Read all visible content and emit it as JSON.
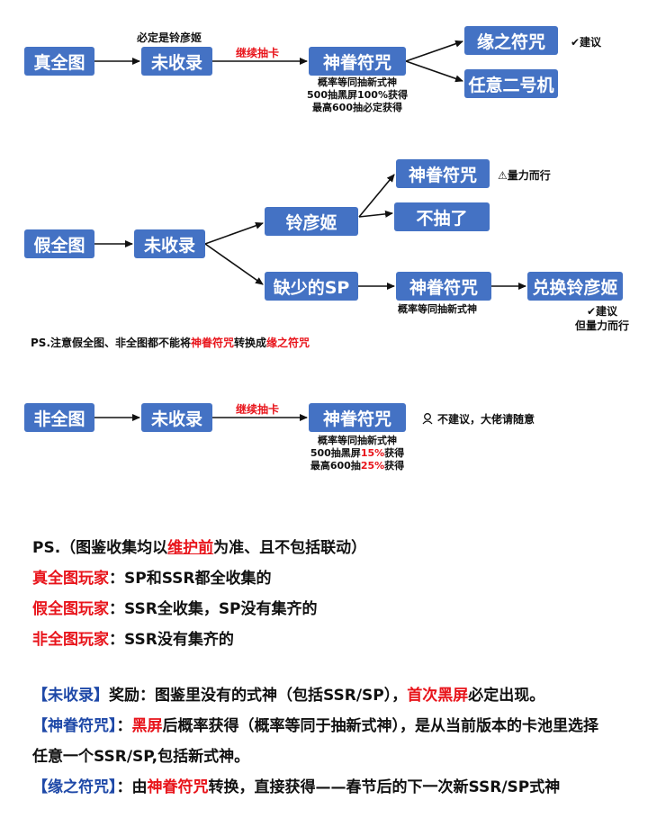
{
  "section1": {
    "start": "真全图",
    "above_node": "必定是铃彦姬",
    "node2": "未收录",
    "edge_label": "继续抽卡",
    "node3": "神眷符咒",
    "node3_notes": [
      "概率等同抽新式神",
      "500抽黑屏100%获得",
      "最高600抽必定获得"
    ],
    "option_a": "缘之符咒",
    "option_a_note": "✔建议",
    "option_b": "任意二号机"
  },
  "section2": {
    "start": "假全图",
    "node2": "未收录",
    "branch_top": "铃彦姬",
    "branch_top_a": "神眷符咒",
    "branch_top_a_note": "⚠量力而行",
    "branch_top_b": "不抽了",
    "branch_bottom": "缺少的SP",
    "branch_bottom_next": "神眷符咒",
    "branch_bottom_next_note": "概率等同抽新式神",
    "branch_bottom_end": "兑换铃彦姬",
    "branch_bottom_end_note1": "✔建议",
    "branch_bottom_end_note2": "但量力而行",
    "ps": {
      "a": "PS.注意假全图、非全图都不能将",
      "b": "神眷符咒",
      "c": "转换成",
      "d": "缘之符咒"
    }
  },
  "section3": {
    "start": "非全图",
    "node2": "未收录",
    "edge_label": "继续抽卡",
    "node3": "神眷符咒",
    "note_icon": "person-icon",
    "note": "不建议，大佬请随意",
    "notes": {
      "l1": "概率等同抽新式神",
      "l2a": "500抽黑屏",
      "l2b": "15%",
      "l2c": "获得",
      "l3a": "最高600抽",
      "l3b": "25%",
      "l3c": "获得"
    }
  },
  "notes": {
    "ps_a": "PS.（图鉴收集均以",
    "ps_b": "维护前",
    "ps_c": "为准、且不包括联动）",
    "true_a": "真全图玩家",
    "true_b": "：SP和SSR都全收集的",
    "fake_a": "假全图玩家",
    "fake_b": "：SSR全收集，SP没有集齐的",
    "non_a": "非全图玩家",
    "non_b": "：SSR没有集齐的",
    "u1_a": "【未收录】",
    "u1_b": "奖励：图鉴里没有的式神（包括SSR/SP），",
    "u1_c": "首次黑屏",
    "u1_d": "必定出现。",
    "u2_a": "【神眷符咒】",
    "u2_b": "：",
    "u2_c": "黑屏",
    "u2_d": "后概率获得（概率等同于抽新式神），是从当前版本的卡池里选择",
    "u2_e": "任意一个SSR/SP,包括新式神。",
    "u3_a": "【缘之符咒】",
    "u3_b": "：由",
    "u3_c": "神眷符咒",
    "u3_d": "转换，直接获得——春节后的下一次新SSR/SP式神"
  },
  "colors": {
    "box": "#4472c4",
    "red": "#e8141b",
    "blue": "#1f49a8"
  }
}
